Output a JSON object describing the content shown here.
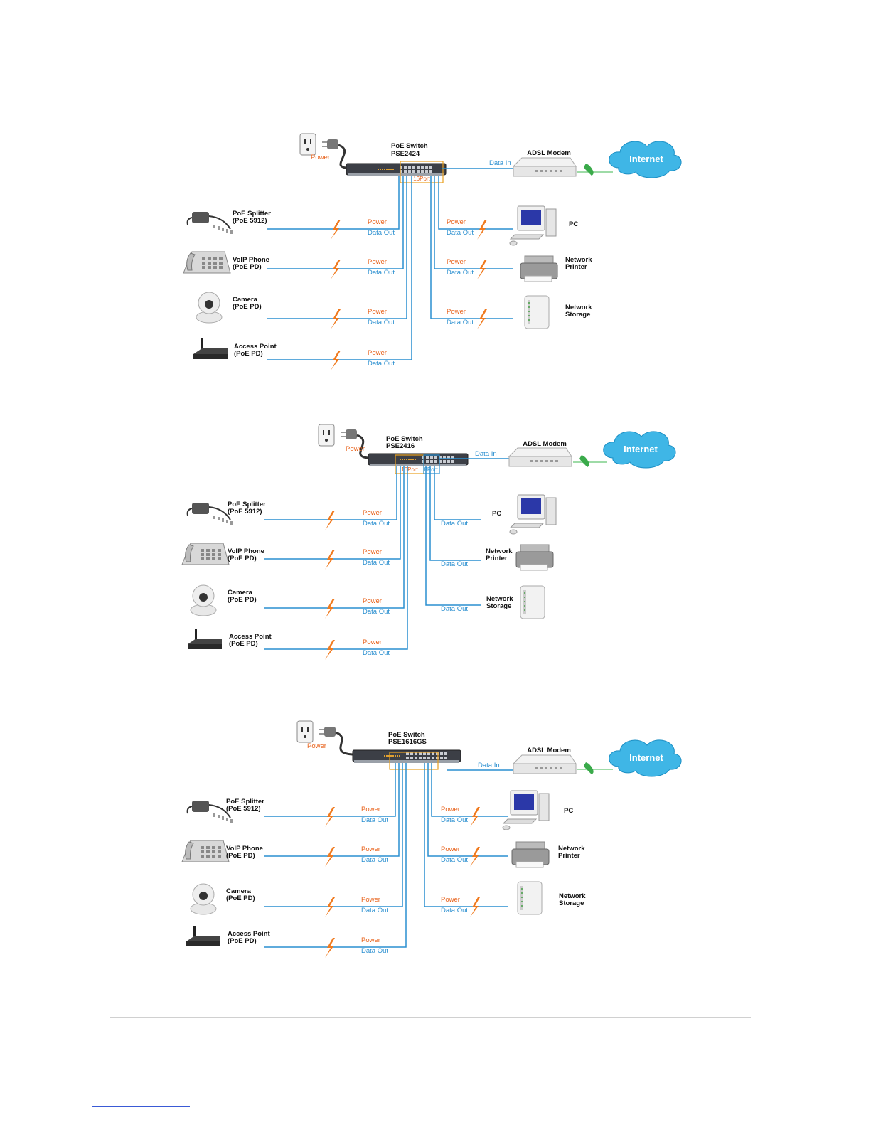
{
  "diagrams": [
    {
      "switch_title": "PoE Switch",
      "switch_model": "PSE2424",
      "power_label": "Power",
      "data_in_label": "Data In",
      "modem_label": "ADSL Modem",
      "internet_label": "Internet",
      "poe_port_label": "16Port",
      "data_port_label": "",
      "left_devices": [
        {
          "name": "PoE Splitter",
          "sub": "(PoE 5912)",
          "power": "Power",
          "data": "Data Out",
          "icon": "poe-splitter-icon"
        },
        {
          "name": "VoIP Phone",
          "sub": "(PoE PD)",
          "power": "Power",
          "data": "Data Out",
          "icon": "voip-phone-icon"
        },
        {
          "name": "Camera",
          "sub": "(PoE PD)",
          "power": "Power",
          "data": "Data Out",
          "icon": "camera-icon"
        },
        {
          "name": "Access Point",
          "sub": "(PoE PD)",
          "power": "Power",
          "data": "Data Out",
          "icon": "access-point-icon"
        }
      ],
      "right_devices": [
        {
          "name": "PC",
          "sub": "",
          "power": "Power",
          "data": "Data Out",
          "icon": "pc-icon"
        },
        {
          "name": "Network",
          "sub": "Printer",
          "power": "Power",
          "data": "Data Out",
          "icon": "printer-icon"
        },
        {
          "name": "Network",
          "sub": "Storage",
          "power": "Power",
          "data": "Data Out",
          "icon": "storage-icon"
        }
      ]
    },
    {
      "switch_title": "PoE Switch",
      "switch_model": "PSE2416",
      "power_label": "Power",
      "data_in_label": "Data In",
      "modem_label": "ADSL Modem",
      "internet_label": "Internet",
      "poe_port_label": "16Port",
      "data_port_label": "8Port",
      "left_devices": [
        {
          "name": "PoE Splitter",
          "sub": "(PoE 5912)",
          "power": "Power",
          "data": "Data Out",
          "icon": "poe-splitter-icon"
        },
        {
          "name": "VoIP Phone",
          "sub": "(PoE PD)",
          "power": "Power",
          "data": "Data Out",
          "icon": "voip-phone-icon"
        },
        {
          "name": "Camera",
          "sub": "(PoE PD)",
          "power": "Power",
          "data": "Data Out",
          "icon": "camera-icon"
        },
        {
          "name": "Access Point",
          "sub": "(PoE PD)",
          "power": "Power",
          "data": "Data Out",
          "icon": "access-point-icon"
        }
      ],
      "right_devices": [
        {
          "name": "PC",
          "sub": "",
          "power": "",
          "data": "Data Out",
          "icon": "pc-icon"
        },
        {
          "name": "Network",
          "sub": "Printer",
          "power": "",
          "data": "Data Out",
          "icon": "printer-icon"
        },
        {
          "name": "Network",
          "sub": "Storage",
          "power": "",
          "data": "Data Out",
          "icon": "storage-icon"
        }
      ]
    },
    {
      "switch_title": "PoE Switch",
      "switch_model": "PSE1616GS",
      "power_label": "Power",
      "data_in_label": "Data In",
      "modem_label": "ADSL Modem",
      "internet_label": "Internet",
      "poe_port_label": "",
      "data_port_label": "",
      "left_devices": [
        {
          "name": "PoE Splitter",
          "sub": "(PoE 5912)",
          "power": "Power",
          "data": "Data Out",
          "icon": "poe-splitter-icon"
        },
        {
          "name": "VoIP Phone",
          "sub": "(PoE PD)",
          "power": "Power",
          "data": "Data Out",
          "icon": "voip-phone-icon"
        },
        {
          "name": "Camera",
          "sub": "(PoE PD)",
          "power": "Power",
          "data": "Data Out",
          "icon": "camera-icon"
        },
        {
          "name": "Access Point",
          "sub": "(PoE PD)",
          "power": "Power",
          "data": "Data Out",
          "icon": "access-point-icon"
        }
      ],
      "right_devices": [
        {
          "name": "PC",
          "sub": "",
          "power": "Power",
          "data": "Data Out",
          "icon": "pc-icon"
        },
        {
          "name": "Network",
          "sub": "Printer",
          "power": "Power",
          "data": "Data Out",
          "icon": "printer-icon"
        },
        {
          "name": "Network",
          "sub": "Storage",
          "power": "Power",
          "data": "Data Out",
          "icon": "storage-icon"
        }
      ]
    }
  ],
  "colors": {
    "power": "#e8641e",
    "data": "#2a8fd0",
    "bolt": "#f07a1e",
    "cloud": "#3fb6e6",
    "phone_line": "#3aaa4a"
  }
}
